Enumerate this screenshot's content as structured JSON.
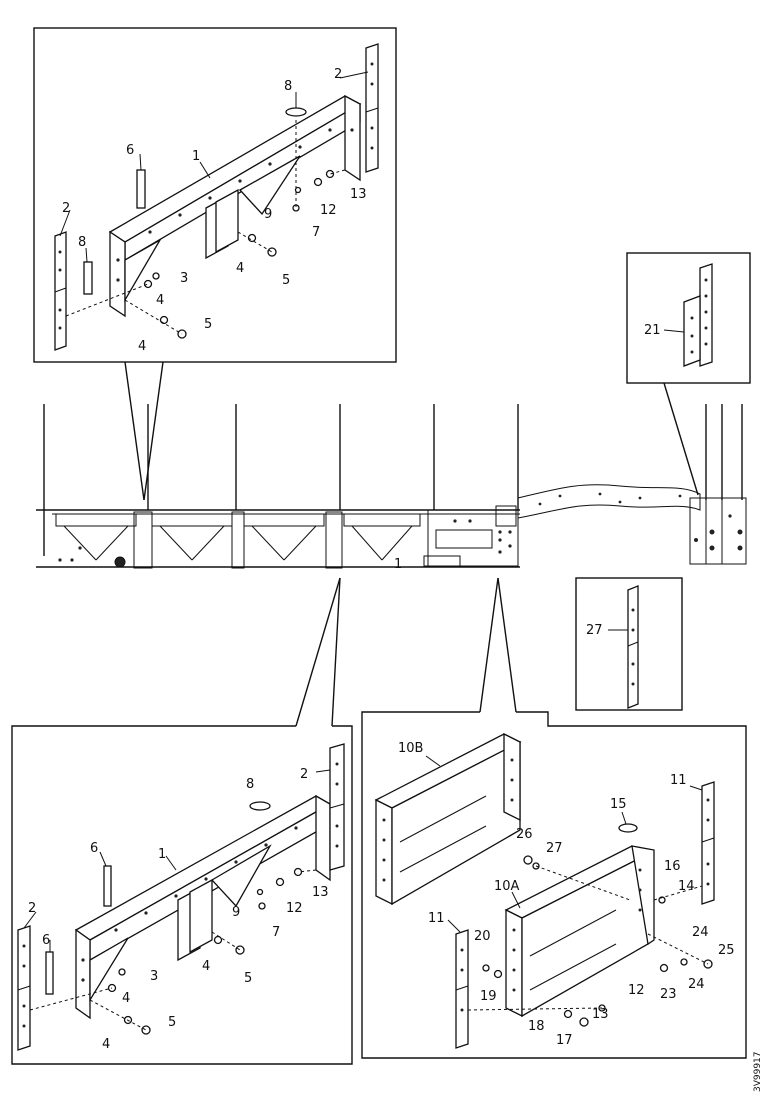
{
  "drawing": {
    "drawing_code": "3V99917",
    "top_left_callouts": [
      "1",
      "2",
      "2",
      "3",
      "4",
      "4",
      "4",
      "5",
      "5",
      "6",
      "7",
      "8",
      "8",
      "9",
      "12",
      "13"
    ],
    "top_right_callouts": [
      "21"
    ],
    "mid_right_callouts": [
      "27"
    ],
    "bottom_left_callouts": [
      "1",
      "2",
      "2",
      "3",
      "4",
      "4",
      "4",
      "5",
      "5",
      "6",
      "6",
      "7",
      "8",
      "9",
      "12",
      "13"
    ],
    "bottom_right_callouts": [
      "10A",
      "10B",
      "11",
      "11",
      "12",
      "13",
      "14",
      "15",
      "16",
      "17",
      "18",
      "19",
      "20",
      "23",
      "24",
      "24",
      "25",
      "26",
      "27"
    ],
    "chassis_label": "1"
  }
}
